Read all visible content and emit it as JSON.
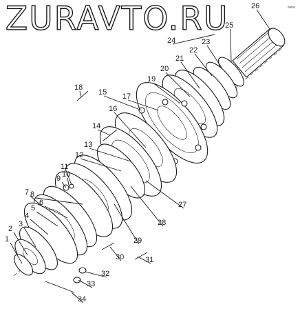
{
  "logo": {
    "text": "ZURAVTO.RU"
  },
  "corner_mark": "www",
  "callouts": [
    {
      "n": "1"
    },
    {
      "n": "2"
    },
    {
      "n": "3"
    },
    {
      "n": "4"
    },
    {
      "n": "5"
    },
    {
      "n": "6"
    },
    {
      "n": "7"
    },
    {
      "n": "8"
    },
    {
      "n": "9"
    },
    {
      "n": "10"
    },
    {
      "n": "11"
    },
    {
      "n": "12"
    },
    {
      "n": "13"
    },
    {
      "n": "14"
    },
    {
      "n": "15"
    },
    {
      "n": "16"
    },
    {
      "n": "17"
    },
    {
      "n": "18"
    },
    {
      "n": "19"
    },
    {
      "n": "20"
    },
    {
      "n": "21"
    },
    {
      "n": "22"
    },
    {
      "n": "23"
    },
    {
      "n": "24"
    },
    {
      "n": "25"
    },
    {
      "n": "26"
    },
    {
      "n": "27"
    },
    {
      "n": "28"
    },
    {
      "n": "29"
    },
    {
      "n": "30"
    },
    {
      "n": "31"
    },
    {
      "n": "32"
    },
    {
      "n": "33"
    },
    {
      "n": "34"
    }
  ],
  "colors": {
    "ink": "#1a1a1a",
    "paper": "#ffffff"
  }
}
